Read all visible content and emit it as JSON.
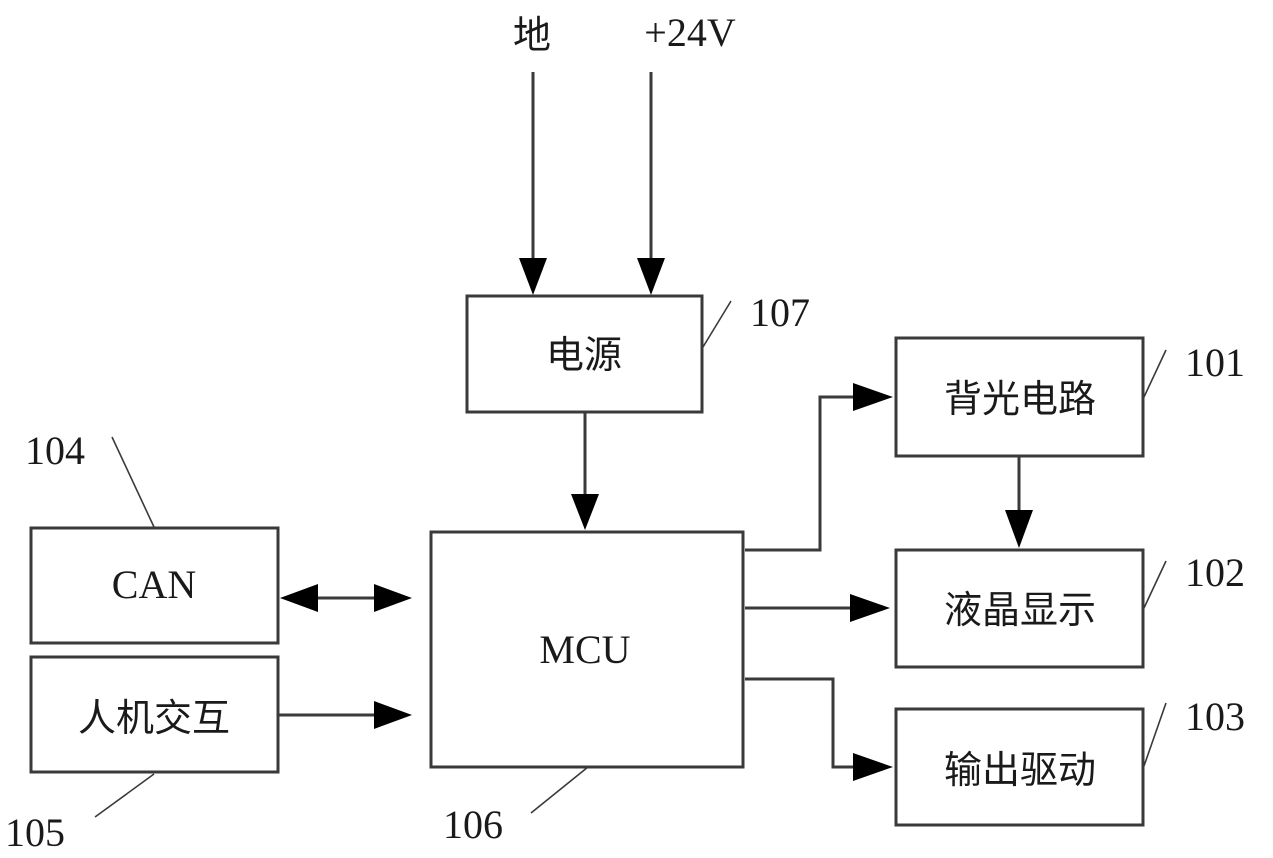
{
  "inputs": {
    "ground": "地",
    "supply": "+24V"
  },
  "blocks": {
    "power": {
      "label": "电源",
      "ref": "107"
    },
    "mcu": {
      "label": "MCU",
      "ref": "106"
    },
    "can": {
      "label": "CAN",
      "ref": "104"
    },
    "hmi": {
      "label": "人机交互",
      "ref": "105"
    },
    "backlight": {
      "label": "背光电路",
      "ref": "101"
    },
    "lcd": {
      "label": "液晶显示",
      "ref": "102"
    },
    "output_driver": {
      "label": "输出驱动",
      "ref": "103"
    }
  },
  "connections": [
    {
      "from": "地",
      "to": "电源",
      "type": "arrow"
    },
    {
      "from": "+24V",
      "to": "电源",
      "type": "arrow"
    },
    {
      "from": "电源",
      "to": "MCU",
      "type": "arrow"
    },
    {
      "from": "CAN",
      "to": "MCU",
      "type": "bidirectional"
    },
    {
      "from": "人机交互",
      "to": "MCU",
      "type": "arrow"
    },
    {
      "from": "MCU",
      "to": "背光电路",
      "type": "arrow"
    },
    {
      "from": "MCU",
      "to": "液晶显示",
      "type": "arrow"
    },
    {
      "from": "MCU",
      "to": "输出驱动",
      "type": "arrow"
    },
    {
      "from": "背光电路",
      "to": "液晶显示",
      "type": "arrow"
    }
  ]
}
